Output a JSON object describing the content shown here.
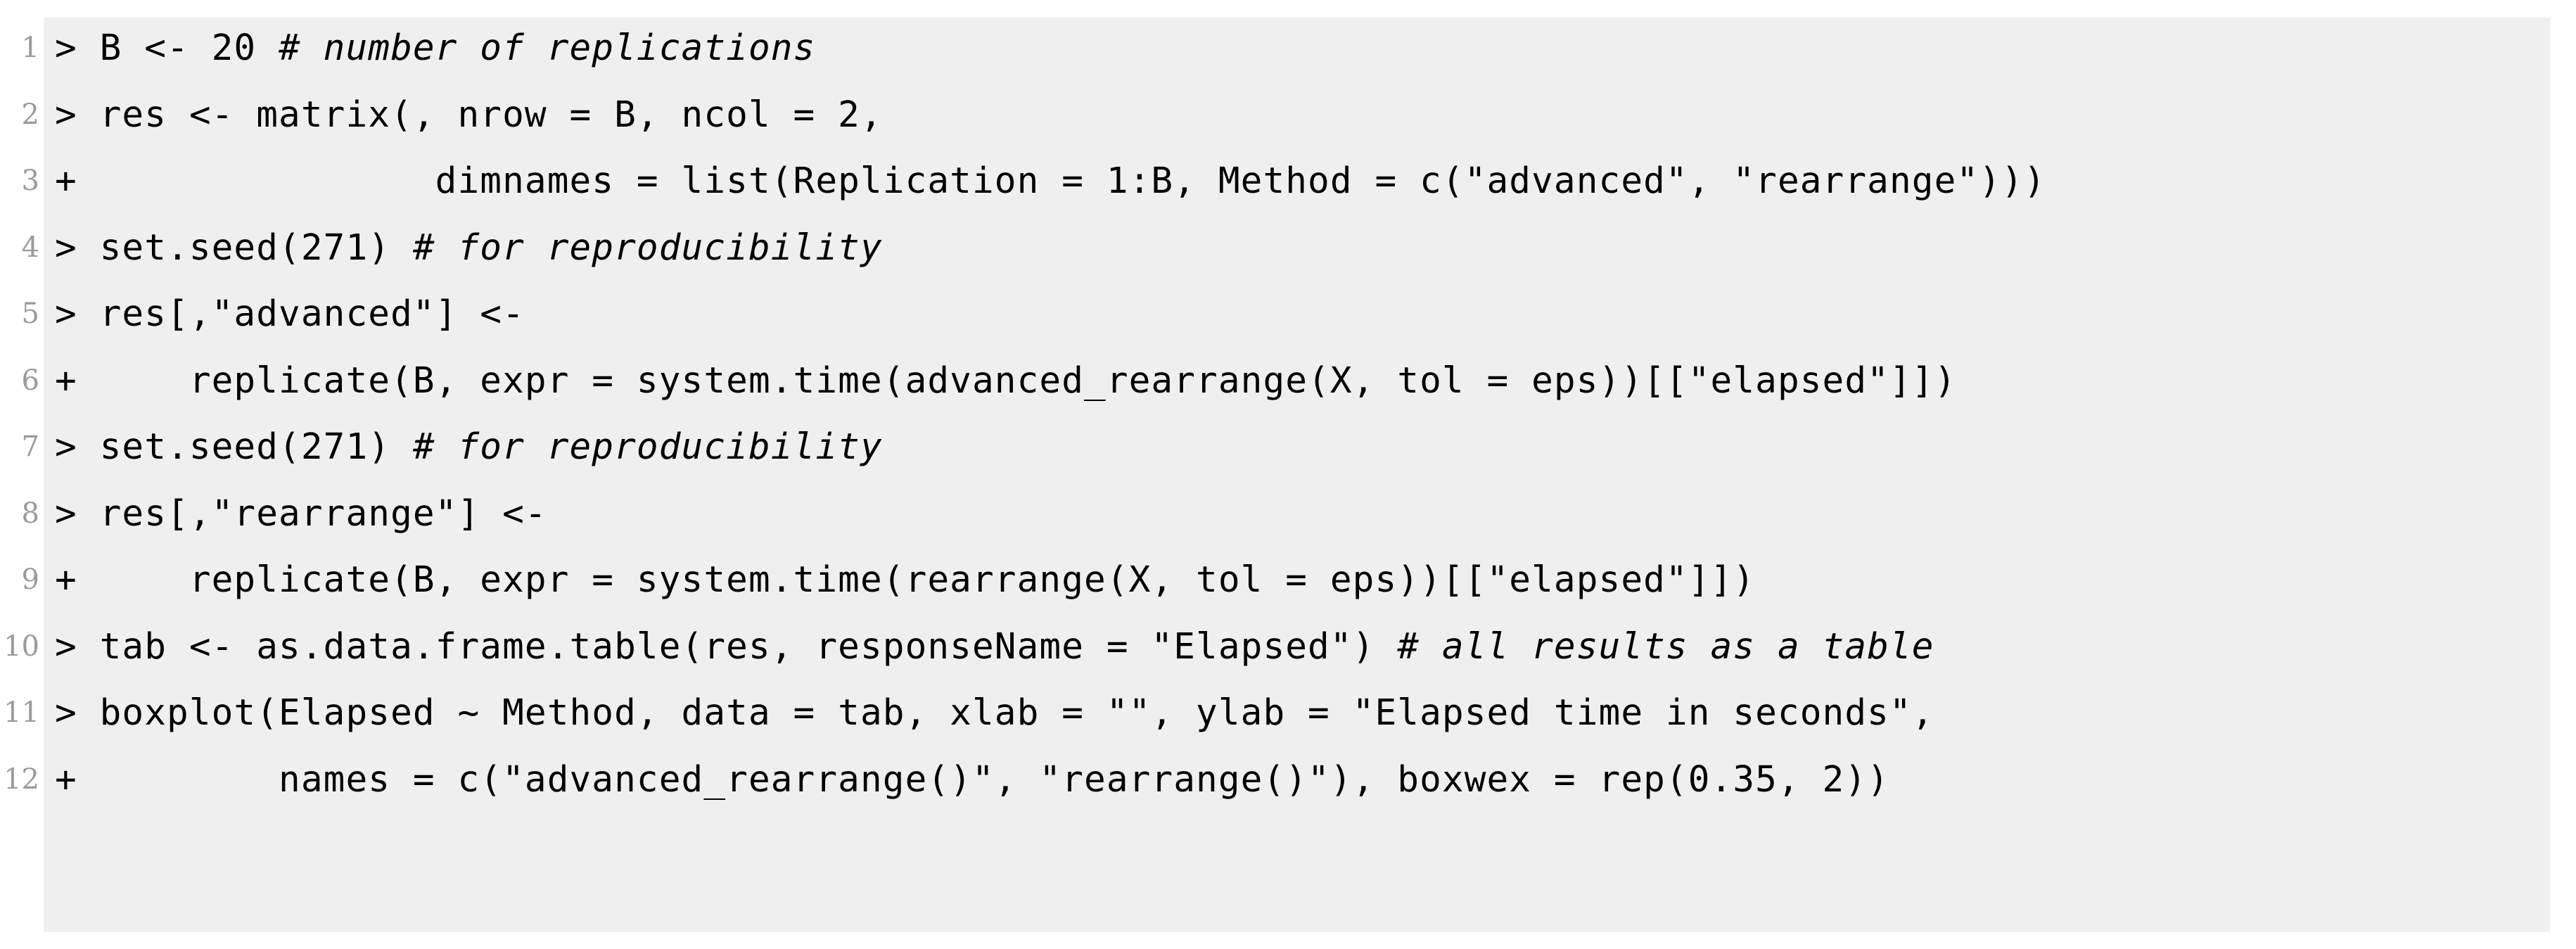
{
  "listing": {
    "kind": "r-console-transcript",
    "background_color": "#efefef",
    "text_color": "#000000",
    "line_number_color": "#9a9a9a",
    "lines": [
      {
        "number": "1",
        "code": "> B <- 20 ",
        "comment": "# number of replications"
      },
      {
        "number": "2",
        "code": "> res <- matrix(, nrow = B, ncol = 2,",
        "comment": ""
      },
      {
        "number": "3",
        "code": "+                dimnames = list(Replication = 1:B, Method = c(\"advanced\", \"rearrange\")))",
        "comment": ""
      },
      {
        "number": "4",
        "code": "> set.seed(271) ",
        "comment": "# for reproducibility"
      },
      {
        "number": "5",
        "code": "> res[,\"advanced\"] <-",
        "comment": ""
      },
      {
        "number": "6",
        "code": "+     replicate(B, expr = system.time(advanced_rearrange(X, tol = eps))[[\"elapsed\"]])",
        "comment": ""
      },
      {
        "number": "7",
        "code": "> set.seed(271) ",
        "comment": "# for reproducibility"
      },
      {
        "number": "8",
        "code": "> res[,\"rearrange\"] <-",
        "comment": ""
      },
      {
        "number": "9",
        "code": "+     replicate(B, expr = system.time(rearrange(X, tol = eps))[[\"elapsed\"]])",
        "comment": ""
      },
      {
        "number": "10",
        "code": "> tab <- as.data.frame.table(res, responseName = \"Elapsed\") ",
        "comment": "# all results as a table"
      },
      {
        "number": "11",
        "code": "> boxplot(Elapsed ~ Method, data = tab, xlab = \"\", ylab = \"Elapsed time in seconds\",",
        "comment": ""
      },
      {
        "number": "12",
        "code": "+         names = c(\"advanced_rearrange()\", \"rearrange()\"), boxwex = rep(0.35, 2))",
        "comment": ""
      }
    ]
  }
}
